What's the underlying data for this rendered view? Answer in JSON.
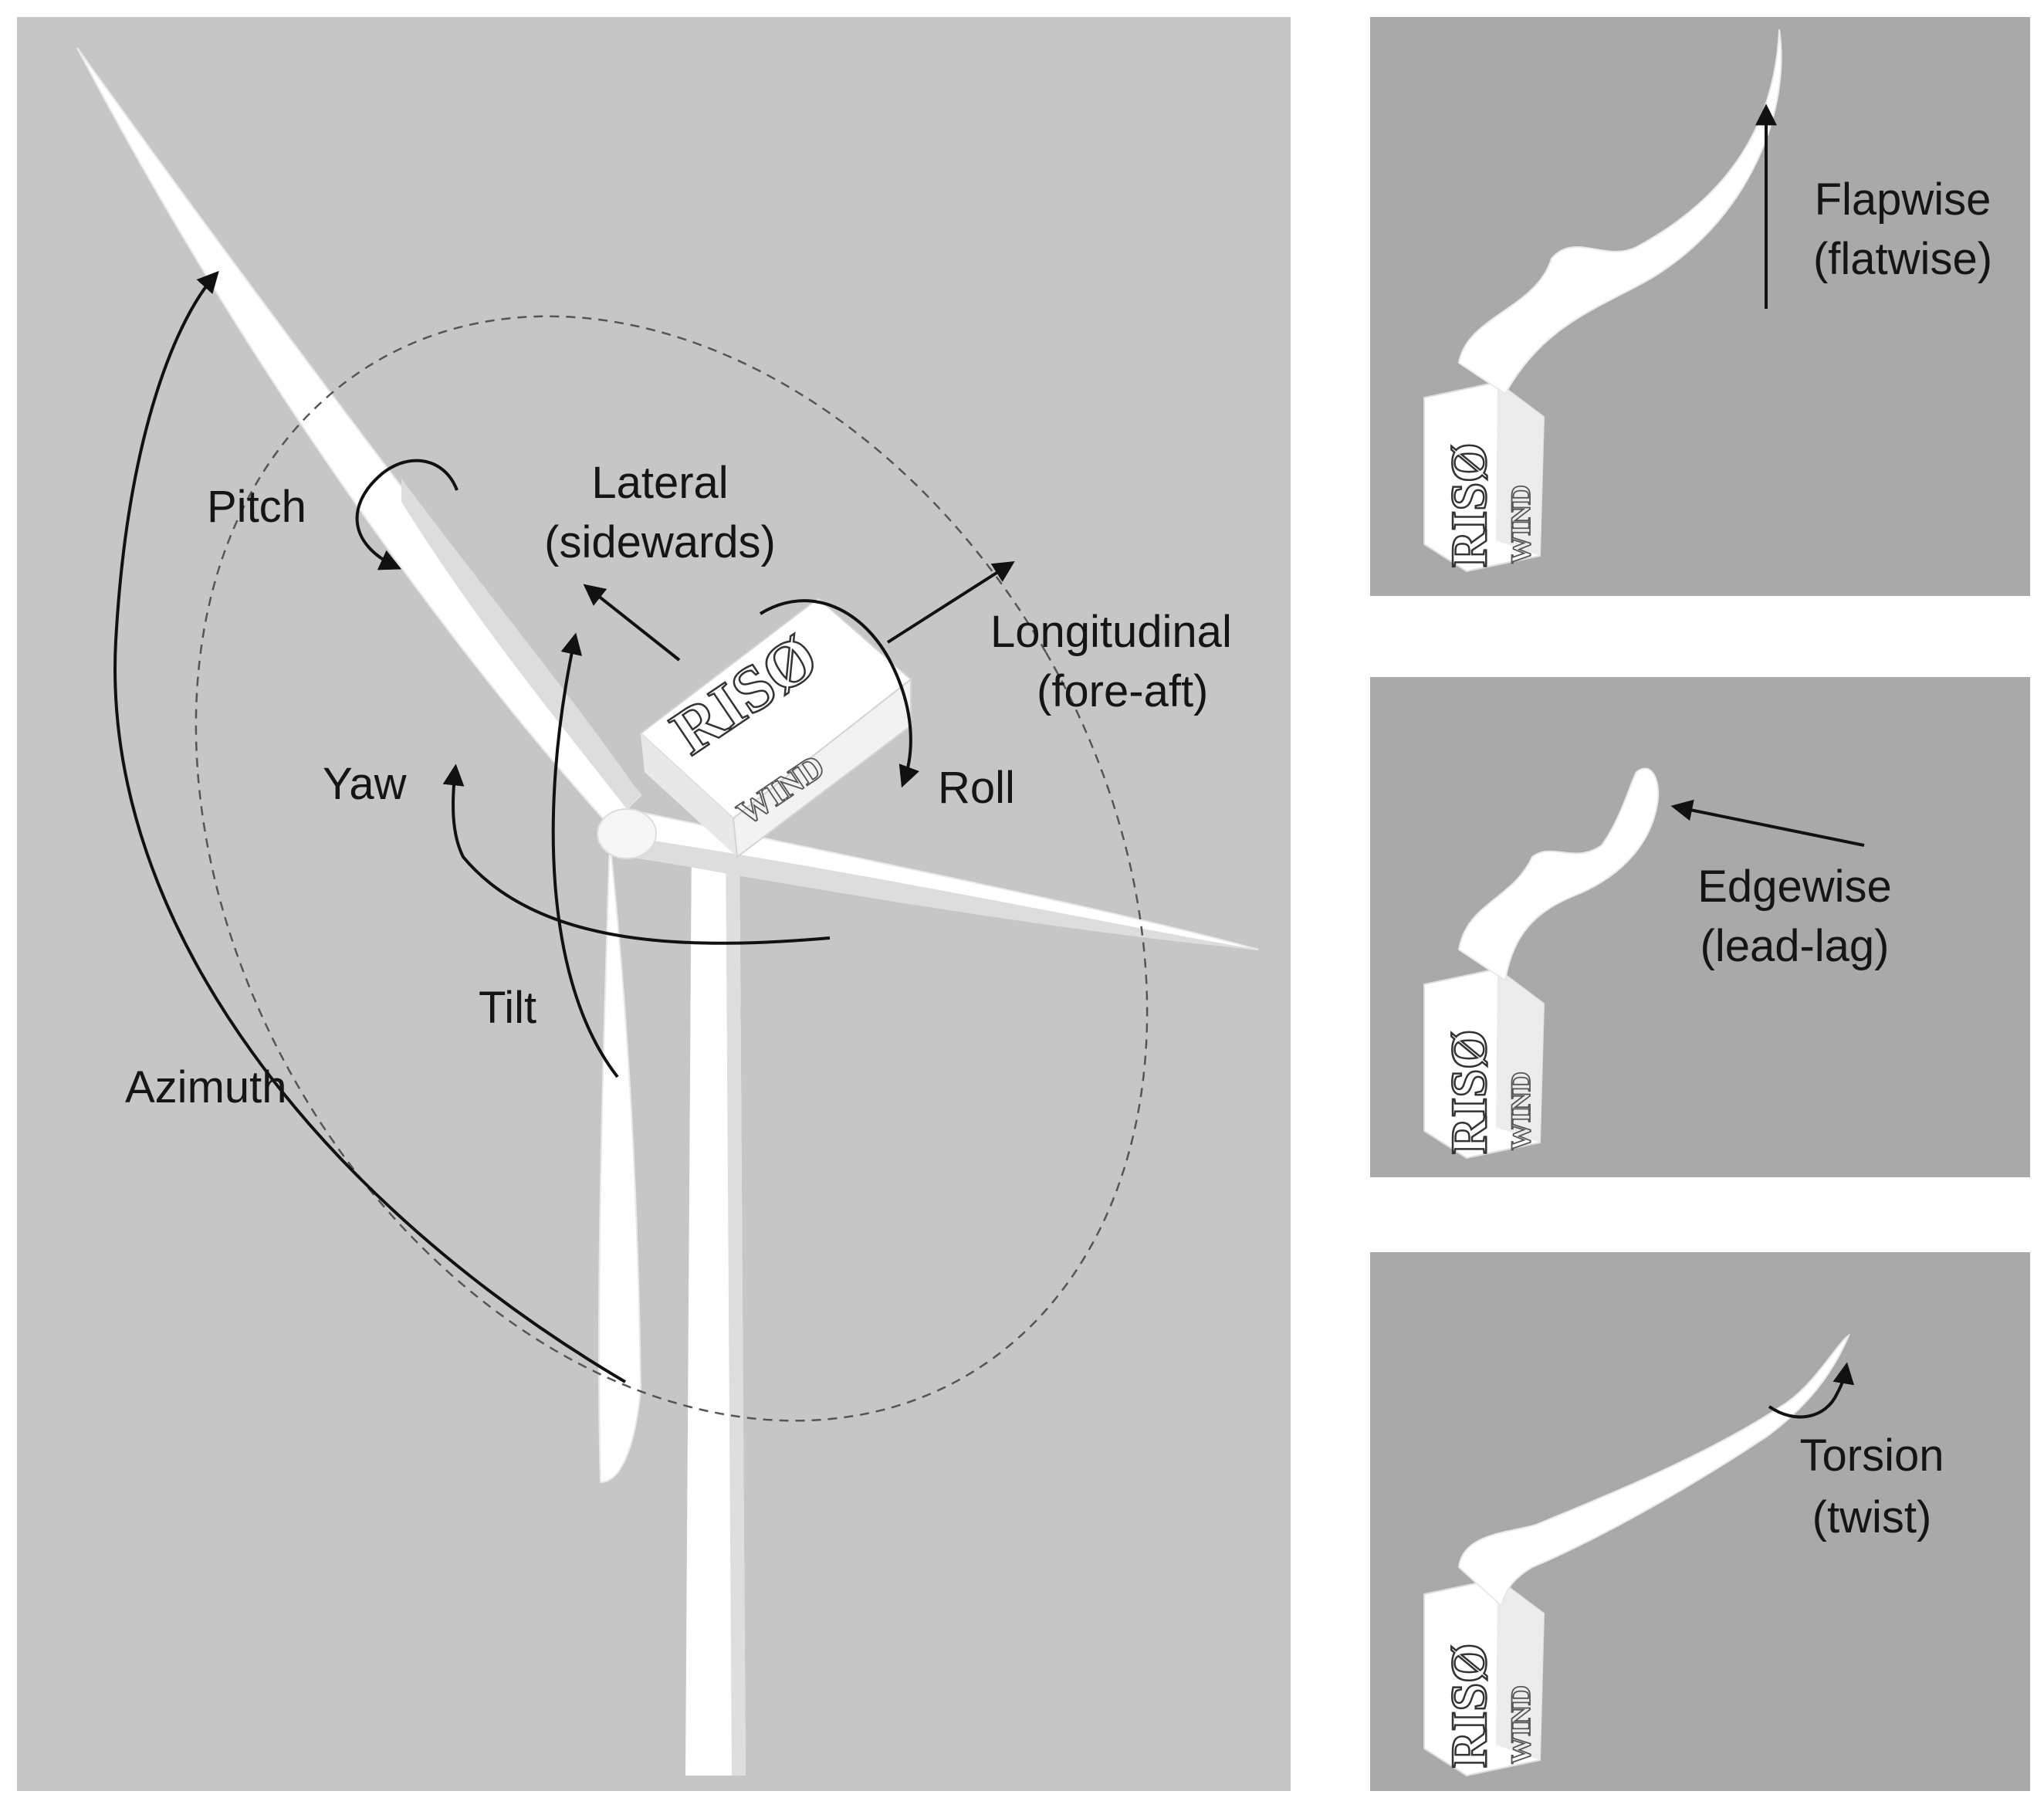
{
  "colors": {
    "panel_main": "#c6c6c6",
    "panel_side": "#a9a9a9",
    "structure": "#ffffff",
    "text": "#151515"
  },
  "main_labels": {
    "pitch": "Pitch",
    "lateral": "Lateral",
    "sidewards": "(sidewards)",
    "longitudinal": "Longitudinal",
    "fore_aft": "(fore-aft)",
    "yaw": "Yaw",
    "roll": "Roll",
    "tilt": "Tilt",
    "azimuth": "Azimuth"
  },
  "side_labels": {
    "flapwise": "Flapwise",
    "flatwise": "(flatwise)",
    "edgewise": "Edgewise",
    "lead_lag": "(lead-lag)",
    "torsion": "Torsion",
    "twist": "(twist)"
  },
  "logo": {
    "brand": "RISØ",
    "sub": "WIND"
  },
  "icons": [
    "rotation-arrow-icon",
    "straight-arrow-icon"
  ]
}
